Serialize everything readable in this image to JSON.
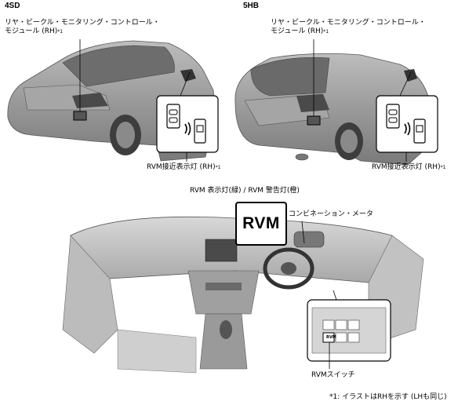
{
  "sections": {
    "sedan": {
      "heading": "4SD",
      "module_label_line1": "リヤ・ビークル・モニタリング・コントロール・",
      "module_label_line2": "モジュール (RH)",
      "module_label_mark": "*1",
      "indicator_label": "RVM接近表示灯 (RH)",
      "indicator_mark": "*1"
    },
    "hatchback": {
      "heading": "5HB",
      "module_label_line1": "リヤ・ビークル・モニタリング・コントロール・",
      "module_label_line2": "モジュール (RH)",
      "module_label_mark": "*1",
      "indicator_label": "RVM接近表示灯 (RH)",
      "indicator_mark": "*1"
    },
    "dashboard": {
      "rvm_light_label": "RVM 表示灯(緑) / RVM 警告灯(橙)",
      "rvm_badge_text": "RVM",
      "meter_label": "コンビネーション・メータ",
      "switch_label": "RVMスイッチ",
      "switch_mini_text": "RVM"
    }
  },
  "footnote": "*1: イラストはRHを示す (LHも同じ)"
}
